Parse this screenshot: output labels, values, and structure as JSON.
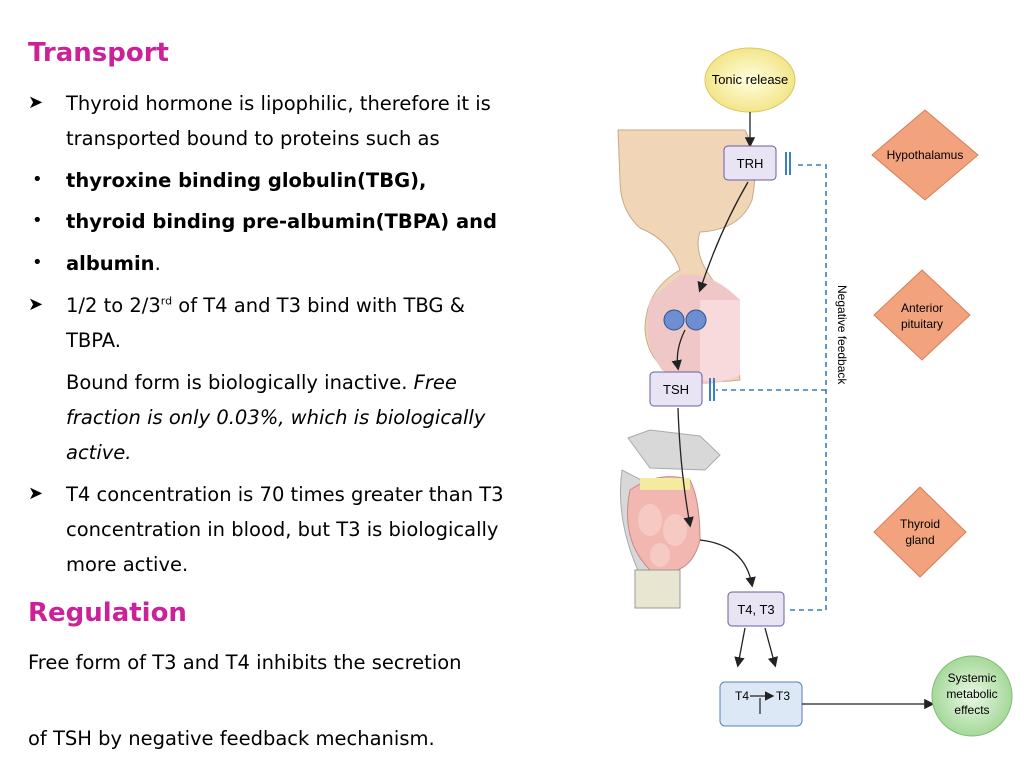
{
  "transport": {
    "heading": "Transport",
    "arrow1_line1": "Thyroid hormone is lipophilic, therefore it is",
    "arrow1_line2": "transported bound to proteins such as",
    "bullet1": " thyroxine binding globulin(TBG),",
    "bullet2": "thyroid binding pre-albumin(TBPA) and",
    "bullet3_bold": " albumin",
    "bullet3_rest": ".",
    "arrow2_pre": " 1/2 to 2/3",
    "arrow2_sup": "rd",
    "arrow2_post": " of T4 and T3 bind with TBG &",
    "arrow2_line2": "TBPA.",
    "bound_plain": "Bound form is biologically inactive. ",
    "bound_italic1": "Free",
    "bound_italic2": "fraction is only 0.03%, which is biologically",
    "bound_italic3": "active.",
    "arrow3_line1": "T4 concentration is 70 times greater than T3",
    "arrow3_line2": "concentration in blood, but T3 is biologically",
    "arrow3_line3": "more active."
  },
  "regulation": {
    "heading": "Regulation",
    "line1": "Free form of T3 and T4 inhibits the secretion",
    "line2": " of TSH by negative feedback mechanism."
  },
  "diagram": {
    "tonic_release": "Tonic release",
    "trh": "TRH",
    "tsh": "TSH",
    "t4_t3": "T4, T3",
    "t4": "T4",
    "t3": "T3",
    "negative_feedback": "Negative feedback",
    "hypothalamus": "Hypothalamus",
    "anterior": "Anterior",
    "pituitary": "pituitary",
    "thyroid": "Thyroid",
    "gland": "gland",
    "systemic": "Systemic",
    "metabolic": "metabolic",
    "effects": "effects"
  },
  "colors": {
    "heading": "#cc2299",
    "feedback_line": "#3a7fc0",
    "label_diamond": "#f2a37d",
    "hormone_box": "#e8e4f4",
    "systemic_circle": "#bfe6b8"
  },
  "icons": [
    "arrow-bullet-icon",
    "dot-bullet-icon",
    "hypothalamus-pituitary-illustration",
    "thyroid-gland-illustration"
  ]
}
